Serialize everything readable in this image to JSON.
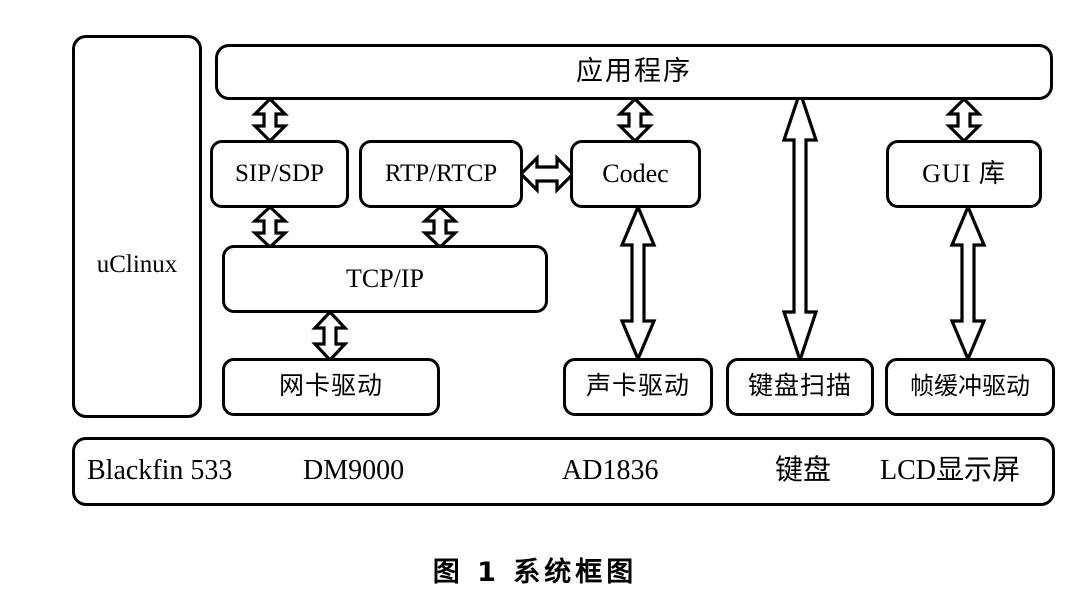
{
  "figure": {
    "caption": "图 1  系统框图",
    "background": "#ffffff",
    "line_color": "#000000"
  },
  "os": {
    "label": "uClinux"
  },
  "application": {
    "label": "应用程序"
  },
  "middleware": [
    {
      "id": "sip-sdp",
      "label": "SIP/SDP"
    },
    {
      "id": "rtp-rtcp",
      "label": "RTP/RTCP"
    },
    {
      "id": "codec",
      "label": "Codec"
    },
    {
      "id": "gui-lib",
      "label": "GUI 库"
    }
  ],
  "stack": {
    "tcpip": {
      "label": "TCP/IP"
    }
  },
  "drivers": [
    {
      "id": "nic-driver",
      "label": "网卡驱动"
    },
    {
      "id": "sound-driver",
      "label": "声卡驱动"
    },
    {
      "id": "keyboard-scan",
      "label": "键盘扫描"
    },
    {
      "id": "framebuffer-driver",
      "label": "帧缓冲驱动"
    }
  ],
  "hardware": {
    "items": [
      {
        "id": "cpu",
        "label": "Blackfin 533"
      },
      {
        "id": "ethernet",
        "label": "DM9000"
      },
      {
        "id": "audio",
        "label": "AD1836"
      },
      {
        "id": "keyboard",
        "label": "键盘"
      },
      {
        "id": "display",
        "label": "LCD显示屏"
      }
    ]
  },
  "connections": [
    {
      "from": "application",
      "to": "sip-sdp",
      "type": "bidirectional"
    },
    {
      "from": "application",
      "to": "codec",
      "type": "bidirectional"
    },
    {
      "from": "application",
      "to": "keyboard-scan",
      "type": "bidirectional"
    },
    {
      "from": "application",
      "to": "gui-lib",
      "type": "bidirectional"
    },
    {
      "from": "sip-sdp",
      "to": "tcpip",
      "type": "bidirectional"
    },
    {
      "from": "rtp-rtcp",
      "to": "tcpip",
      "type": "bidirectional"
    },
    {
      "from": "rtp-rtcp",
      "to": "codec",
      "type": "bidirectional"
    },
    {
      "from": "tcpip",
      "to": "nic-driver",
      "type": "bidirectional"
    },
    {
      "from": "codec",
      "to": "sound-driver",
      "type": "bidirectional"
    },
    {
      "from": "gui-lib",
      "to": "framebuffer-driver",
      "type": "bidirectional"
    }
  ]
}
